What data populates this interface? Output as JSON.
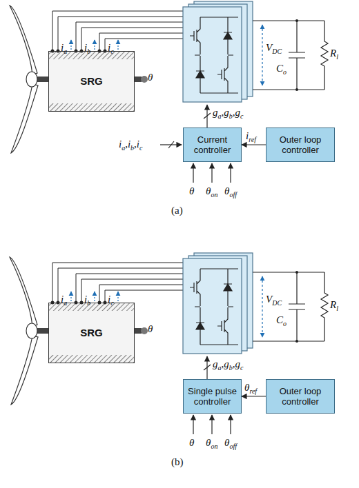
{
  "diagram": {
    "nodes": [
      {
        "text": [
          "SRG"
        ]
      },
      {
        "text": [
          "Current controller"
        ]
      },
      {
        "text": [
          "Outer loop controller"
        ]
      },
      {
        "text": [
          "SRG"
        ]
      },
      {
        "text": [
          "Single pulse controller"
        ]
      },
      {
        "text": [
          "Outer loop controller"
        ]
      }
    ],
    "edges": [
      {
        "from": 2,
        "to": 1,
        "arrow": "to"
      },
      {
        "from": 5,
        "to": 4,
        "arrow": "to"
      }
    ],
    "labels": [
      "i",
      "a",
      "i",
      "b",
      "i",
      "c",
      "θ",
      "V",
      "DC",
      "C",
      "o",
      "R",
      "l",
      "g",
      "a",
      ",",
      "g",
      "b",
      ",",
      "g",
      "c",
      "i",
      "a",
      ",",
      "i",
      "b",
      ",",
      "i",
      "c",
      "i",
      "ref",
      "θ",
      "θ",
      "on",
      "θ",
      "off",
      "(a)",
      "i",
      "a",
      "i",
      "b",
      "i",
      "c",
      "θ",
      "V",
      "DC",
      "C",
      "o",
      "R",
      "l",
      "g",
      "a",
      ",",
      "g",
      "b",
      ",",
      "g",
      "c",
      "θ",
      "ref",
      "θ",
      "θ",
      "on",
      "θ",
      "off",
      "(b)"
    ]
  }
}
